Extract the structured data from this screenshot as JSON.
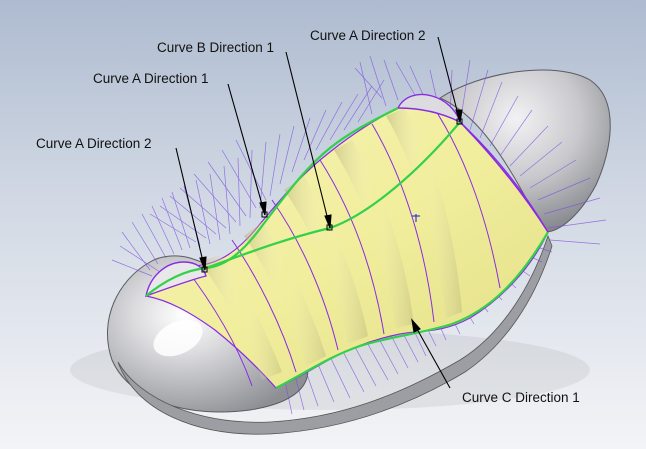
{
  "viewport": {
    "name": "cad-3d-viewport"
  },
  "model": {
    "surface_color": "#f4f1a6",
    "end_cap_color": "#cfcfd3",
    "boundary_curve_color": "#33d14a",
    "edge_color": "#8a2be2",
    "comb_color": "#7b4fe0",
    "background_color": "#c9d3e0"
  },
  "callouts": {
    "curve_a_dir2_top": "Curve A Direction 2",
    "curve_b_dir1": "Curve B Direction 1",
    "curve_a_dir1": "Curve A Direction 1",
    "curve_a_dir2_left": "Curve A Direction 2",
    "curve_c_dir1": "Curve C Direction 1"
  }
}
